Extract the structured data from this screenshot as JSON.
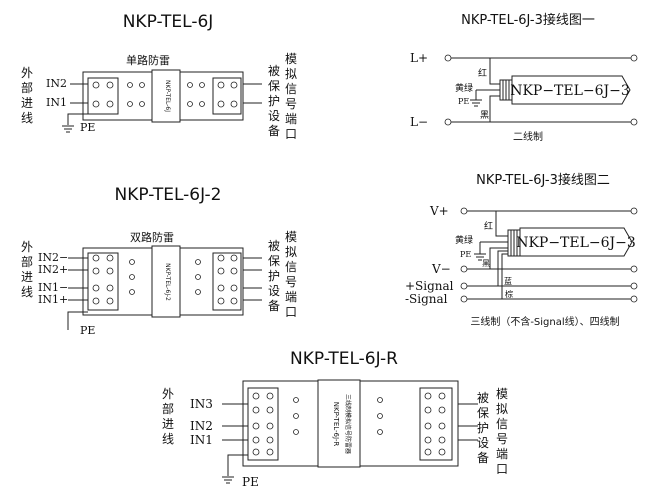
{
  "d1": {
    "title": "NKP-TEL-6J",
    "subtitle": "单路防雷",
    "left_label": [
      "外",
      "部",
      "进",
      "线"
    ],
    "in2": "IN2",
    "in1": "IN1",
    "pe": "PE",
    "right_label_a": [
      "被",
      "保",
      "护",
      "设",
      "备"
    ],
    "right_label_b": [
      "模",
      "拟",
      "信",
      "号",
      "端",
      "口"
    ],
    "module_text": "NKP-TEL-6J"
  },
  "d2": {
    "title": "NKP-TEL-6J-2",
    "subtitle": "双路防雷",
    "left_label": [
      "外",
      "部",
      "进",
      "线"
    ],
    "in2m": "IN2−",
    "in2p": "IN2+",
    "in1m": "IN1−",
    "in1p": "IN1+",
    "pe": "PE",
    "right_label_a": [
      "被",
      "保",
      "护",
      "设",
      "备"
    ],
    "right_label_b": [
      "模",
      "拟",
      "信",
      "号",
      "端",
      "口"
    ],
    "module_text": "NKP-TEL-6J-2"
  },
  "d3": {
    "title": "NKP-TEL-6J-R",
    "left_label": [
      "外",
      "部",
      "进",
      "线"
    ],
    "in3": "IN3",
    "in2": "IN2",
    "in1": "IN1",
    "pe": "PE",
    "right_label_a": [
      "被",
      "保",
      "护",
      "设",
      "备"
    ],
    "right_label_b": [
      "模",
      "拟",
      "信",
      "号",
      "端",
      "口"
    ],
    "module_text": "NKP-TEL-6J-R",
    "module_sub": "三线制模拟信号防雷器"
  },
  "w1": {
    "title": "NKP-TEL-6J-3接线图一",
    "lplus": "L+",
    "lminus": "L−",
    "red": "红",
    "yg": "黄绿",
    "pe": "PE",
    "black": "黑",
    "device": "NKP−TEL−6J−3",
    "caption": "二线制"
  },
  "w2": {
    "title": "NKP-TEL-6J-3接线图二",
    "vplus": "V+",
    "vminus": "V−",
    "sig_plus": "+Signal",
    "sig_minus": "-Signal",
    "red": "红",
    "yg": "黄绿",
    "pe": "PE",
    "black": "黑",
    "blue": "蓝",
    "brown": "棕",
    "device": "NKP−TEL−6J−3",
    "caption": "三线制（不含-Signal线）、四线制"
  }
}
